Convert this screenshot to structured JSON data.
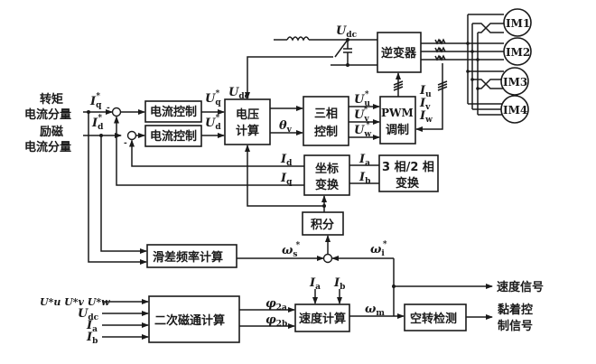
{
  "inputs_left": {
    "torque_label_1": "转矩",
    "torque_label_2": "电流分量",
    "excitation_label_1": "励磁",
    "excitation_label_2": "电流分量"
  },
  "blocks": {
    "current_ctrl_q": "电流控制",
    "current_ctrl_d": "电流控制",
    "voltage_calc_1": "电压",
    "voltage_calc_2": "计算",
    "three_phase_ctrl_1": "三相",
    "three_phase_ctrl_2": "控制",
    "pwm_1": "PWM",
    "pwm_2": "调制",
    "inverter": "逆变器",
    "coord_1": "坐标",
    "coord_2": "变换",
    "conv32_1": "3 相/2 相",
    "conv32_2": "变换",
    "integral": "积分",
    "slip_calc": "滑差频率计算",
    "flux_calc": "二次磁通计算",
    "speed_calc": "速度计算",
    "idle_detect": "空转检测"
  },
  "motors": [
    "IM1",
    "IM2",
    "IM3",
    "IM4"
  ],
  "signals": {
    "iq_ref": {
      "main": "I",
      "sub": "q",
      "sup": "*"
    },
    "id_ref": {
      "main": "I",
      "sub": "d",
      "sup": "*"
    },
    "uq_ref": {
      "main": "U",
      "sub": "q",
      "sup": "*"
    },
    "ud_ref": {
      "main": "U",
      "sub": "d",
      "sup": "*"
    },
    "udc_top": {
      "main": "U",
      "sub": "dc"
    },
    "udc_mid": {
      "main": "U",
      "sub": "dc"
    },
    "theta_v": {
      "main": "θ",
      "sub": "v"
    },
    "uu_ref": {
      "main": "U",
      "sub": "u",
      "sup": "*"
    },
    "uv_ref": {
      "main": "U",
      "sub": "v",
      "sup": "*"
    },
    "uw_ref": {
      "main": "U",
      "sub": "w",
      "sup": "*"
    },
    "iu": {
      "main": "I",
      "sub": "u"
    },
    "iv": {
      "main": "I",
      "sub": "v"
    },
    "iw": {
      "main": "I",
      "sub": "w"
    },
    "id": {
      "main": "I",
      "sub": "d"
    },
    "iq": {
      "main": "I",
      "sub": "q"
    },
    "ia_coord": {
      "main": "I",
      "sub": "a"
    },
    "ib_coord": {
      "main": "I",
      "sub": "b"
    },
    "omega_s": {
      "main": "ω",
      "sub": "s",
      "sup": "*"
    },
    "omega_i": {
      "main": "ω",
      "sub": "i",
      "sup": "*"
    },
    "omega_m": {
      "main": "ω",
      "sub": "m"
    },
    "ia_speed": {
      "main": "I",
      "sub": "a"
    },
    "ib_speed": {
      "main": "I",
      "sub": "b"
    },
    "phi2a": {
      "main": "φ",
      "sub": "2a"
    },
    "phi2b": {
      "main": "φ",
      "sub": "2b"
    },
    "flux_in_uvw": "U*u U*v U*w",
    "flux_in_udc": {
      "main": "U",
      "sub": "dc"
    },
    "flux_in_ia": {
      "main": "I",
      "sub": "a"
    },
    "flux_in_ib": {
      "main": "I",
      "sub": "b"
    }
  },
  "outputs": {
    "speed_signal": "速度信号",
    "adhesion_1": "黏着控",
    "adhesion_2": "制信号"
  },
  "summing_signs": {
    "q_minus": "-",
    "d_minus": "-"
  }
}
